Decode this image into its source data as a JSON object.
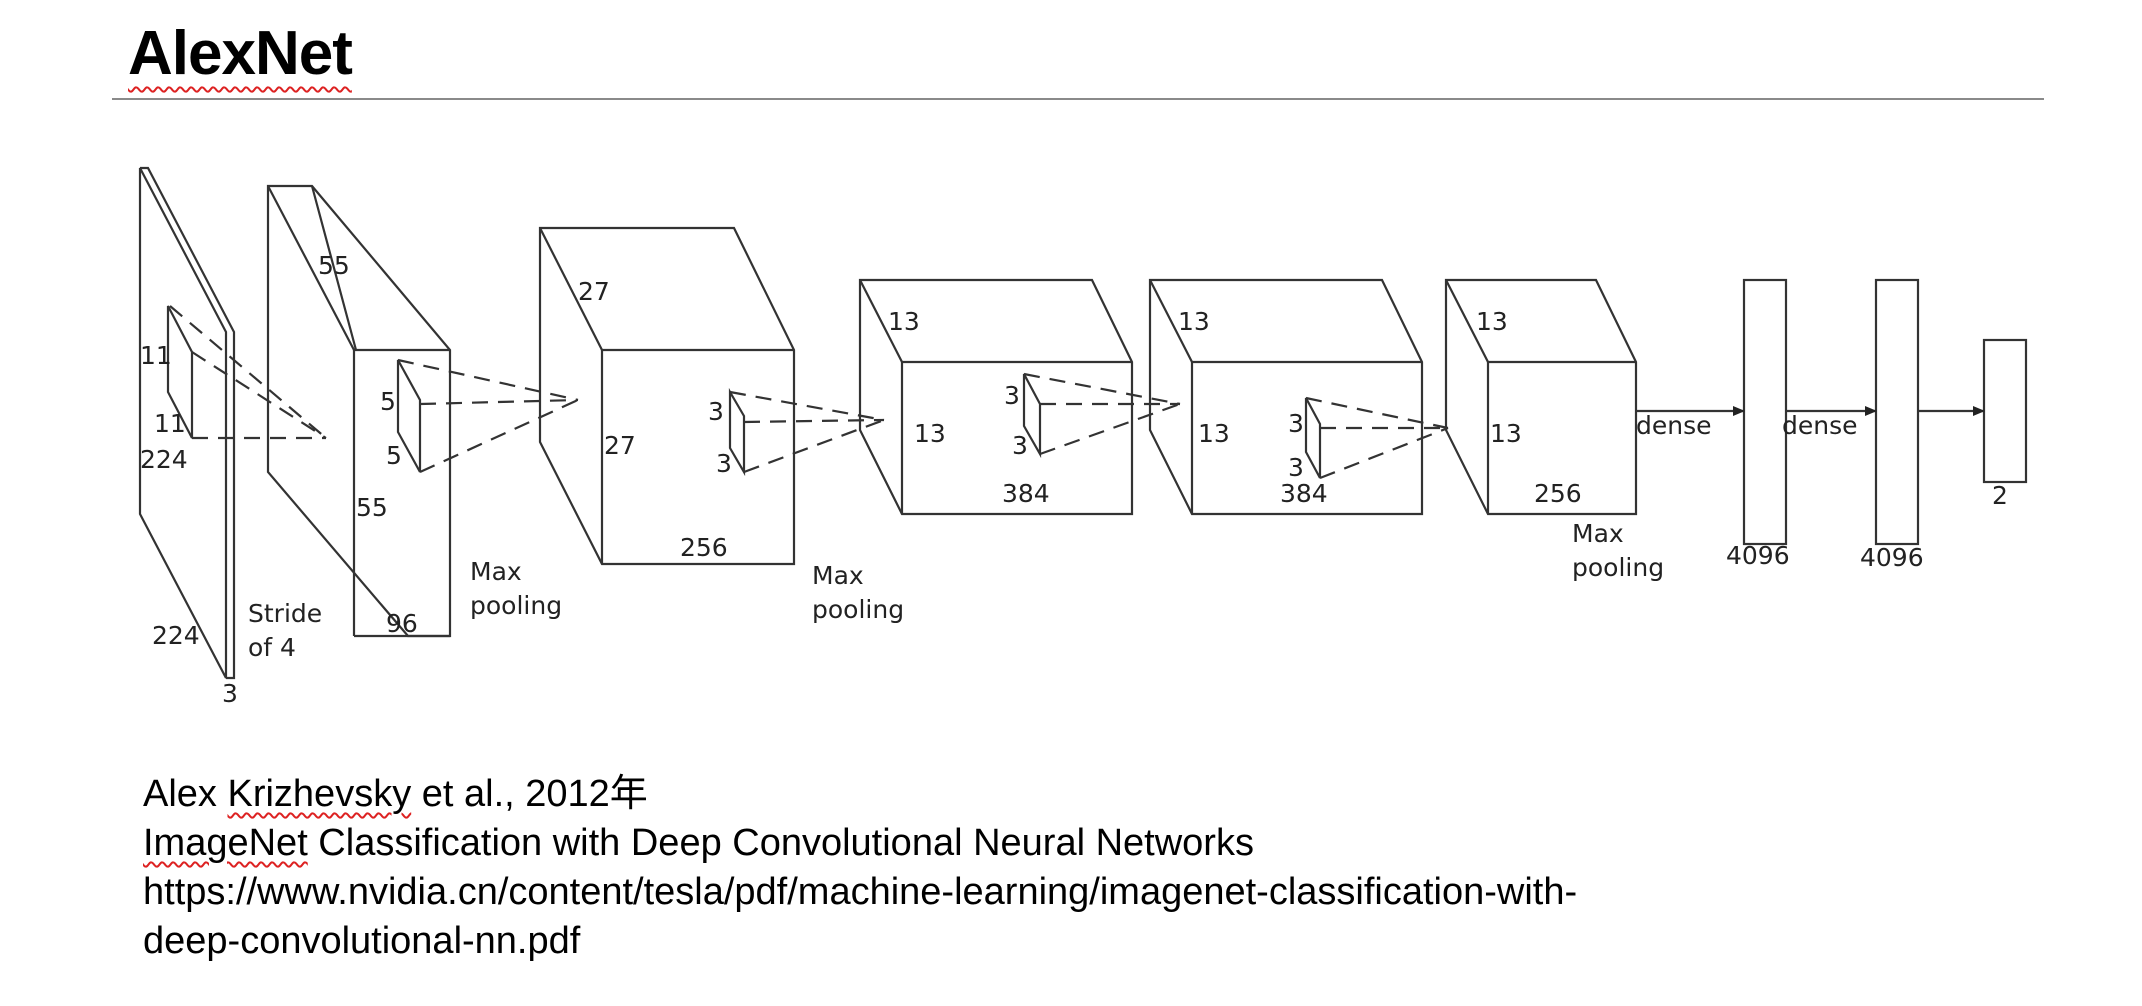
{
  "slide": {
    "title": "AlexNet"
  },
  "diagram": {
    "labels": {
      "input_h": "11",
      "input_w": "11",
      "input_size_v": "224",
      "input_size_d": "224",
      "input_depth": "3",
      "stride": "Stride",
      "stride_of": "of 4",
      "c1_top": "55",
      "c1_side": "55",
      "c1_depth": "96",
      "c1_k_h": "5",
      "c1_k_w": "5",
      "pool1_a": "Max",
      "pool1_b": "pooling",
      "c2_top": "27",
      "c2_side": "27",
      "c2_depth": "256",
      "c2_k_h": "3",
      "c2_k_w": "3",
      "pool2_a": "Max",
      "pool2_b": "pooling",
      "c3_top": "13",
      "c3_side": "13",
      "c3_depth": "384",
      "c3_k_h": "3",
      "c3_k_w": "3",
      "c4_top": "13",
      "c4_side": "13",
      "c4_depth": "384",
      "c4_k_h": "3",
      "c4_k_w": "3",
      "c5_top": "13",
      "c5_side": "13",
      "c5_depth": "256",
      "pool3_a": "Max",
      "pool3_b": "pooling",
      "dense1": "dense",
      "dense2": "dense",
      "fc1": "4096",
      "fc2": "4096",
      "out": "2"
    }
  },
  "citation": {
    "line1_a": "Alex ",
    "line1_b": "Krizhevsky",
    "line1_c": " et al., 2012年",
    "line2_a": "ImageNet",
    "line2_b": " Classification with Deep Convolutional Neural Networks",
    "line3": "https://www.nvidia.cn/content/tesla/pdf/machine-learning/imagenet-classification-with-",
    "line4": "deep-convolutional-nn.pdf"
  }
}
